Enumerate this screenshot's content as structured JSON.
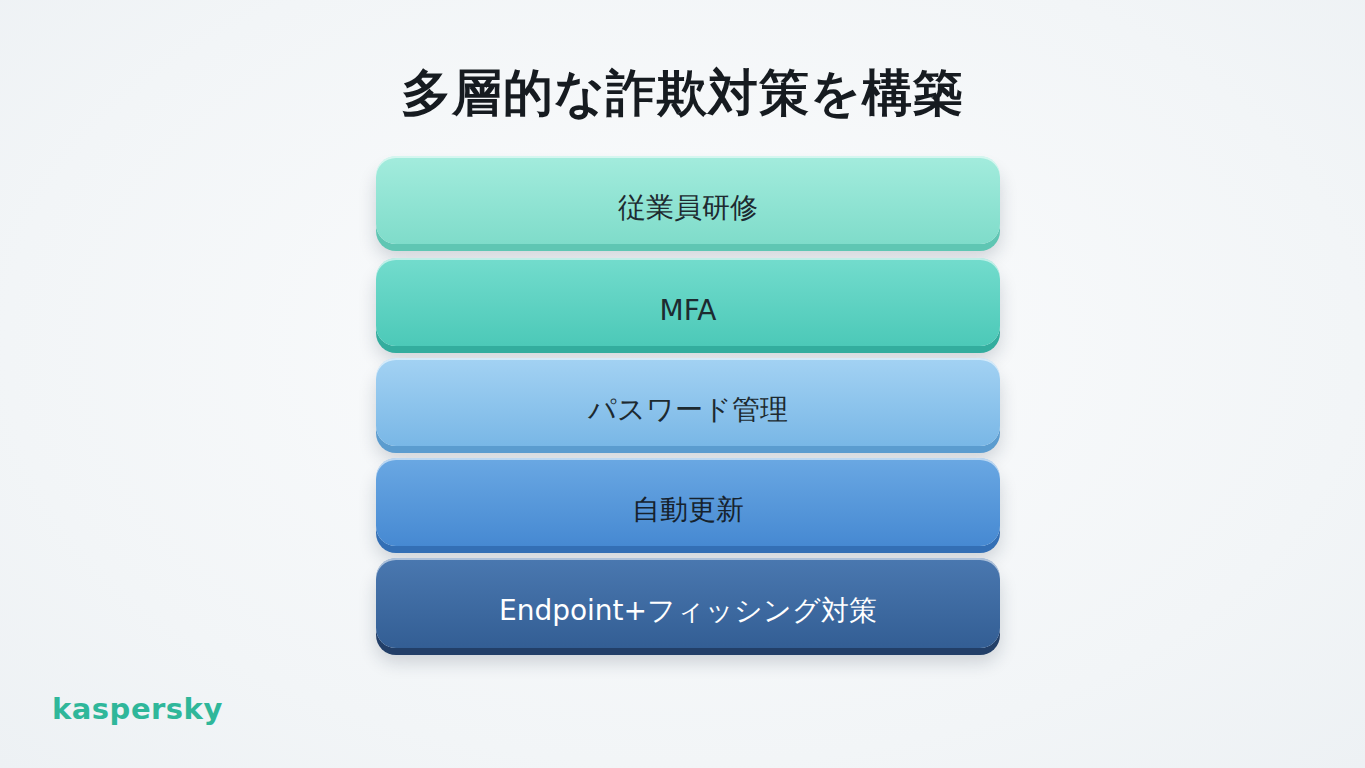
{
  "diagram": {
    "title": "多層的な詐欺対策を構築",
    "nodes": [
      {
        "text": [
          "従業員研修"
        ]
      },
      {
        "text": [
          "MFA"
        ]
      },
      {
        "text": [
          "パスワード管理"
        ]
      },
      {
        "text": [
          "自動更新"
        ]
      },
      {
        "text": [
          "Endpoint+フィッシング対策"
        ]
      }
    ],
    "labels": [
      "kaspersky"
    ]
  }
}
